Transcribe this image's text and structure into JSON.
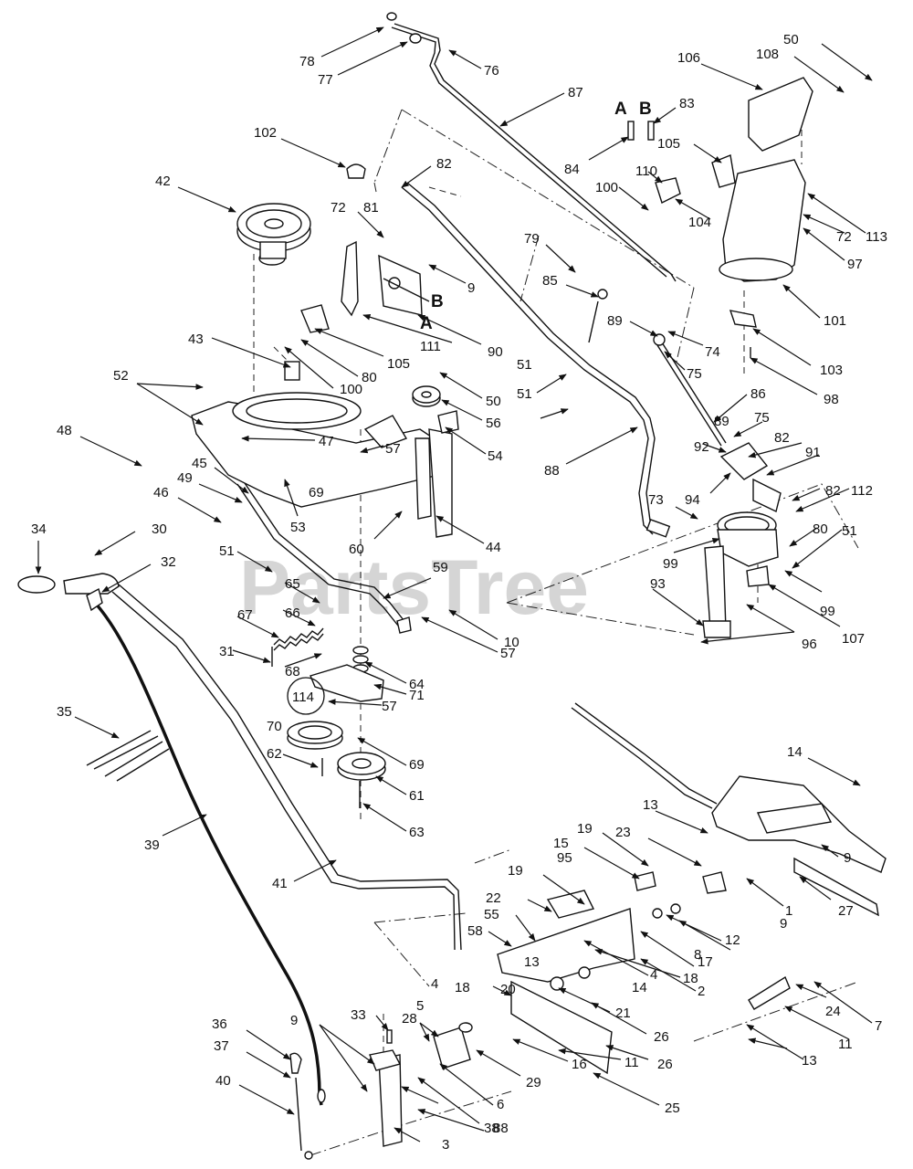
{
  "watermark": "PartsTree",
  "part_labels": [
    "78",
    "77",
    "76",
    "87",
    "102",
    "82",
    "42",
    "72",
    "81",
    "9",
    "79",
    "85",
    "89",
    "74",
    "75",
    "90",
    "111",
    "105",
    "100",
    "80",
    "43",
    "50",
    "56",
    "54",
    "52",
    "57",
    "47",
    "48",
    "45",
    "49",
    "46",
    "53",
    "69",
    "60",
    "44",
    "51",
    "88",
    "86",
    "92",
    "91",
    "94",
    "73",
    "112",
    "99",
    "93",
    "96",
    "107",
    "98",
    "103",
    "101",
    "97",
    "113",
    "106",
    "108",
    "110",
    "104",
    "84",
    "83",
    "34",
    "30",
    "32",
    "65",
    "59",
    "10",
    "67",
    "66",
    "31",
    "68",
    "64",
    "71",
    "114",
    "70",
    "62",
    "61",
    "63",
    "35",
    "39",
    "41",
    "14",
    "13",
    "1",
    "27",
    "19",
    "23",
    "15",
    "95",
    "22",
    "55",
    "58",
    "12",
    "8",
    "17",
    "4",
    "18",
    "2",
    "20",
    "21",
    "26",
    "16",
    "11",
    "25",
    "24",
    "7",
    "36",
    "37",
    "40",
    "33",
    "28",
    "29",
    "6",
    "38",
    "3",
    "5"
  ],
  "callout_letters": [
    "A",
    "B"
  ],
  "diagram": {
    "title": "",
    "letters": {
      "a": "A",
      "b": "B"
    }
  }
}
